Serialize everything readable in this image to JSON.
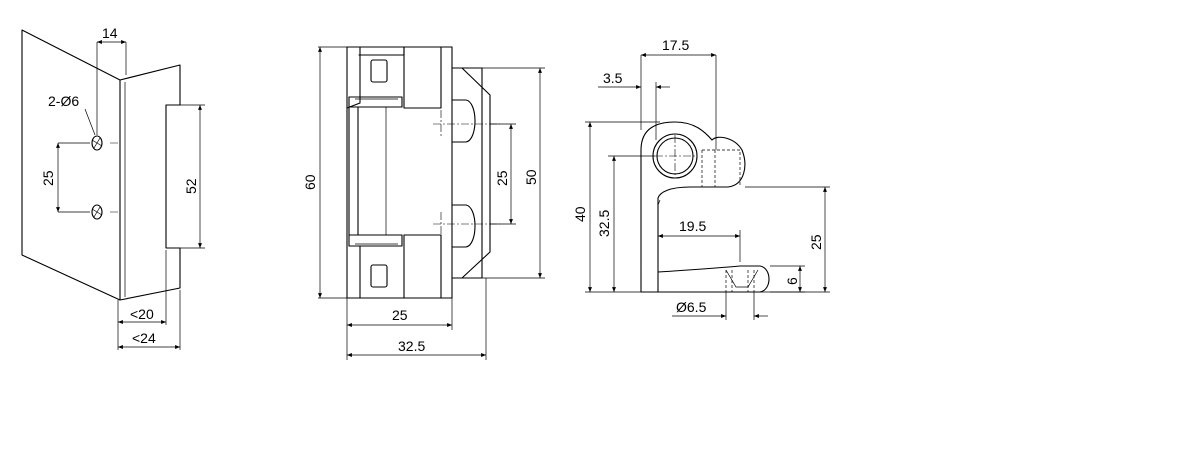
{
  "dimensions": {
    "left": {
      "holes": "2-Ø6",
      "top_offset": "14",
      "hole_spacing": "25",
      "height": "52",
      "inner_width": "<20",
      "outer_width": "<24"
    },
    "middle": {
      "height": "60",
      "mount_height": "50",
      "hole_spacing": "25",
      "body_width": "25",
      "total_width": "32.5"
    },
    "right": {
      "top_width": "17.5",
      "offset": "3.5",
      "height": "40",
      "pivot_height": "32.5",
      "reach": "19.5",
      "base_height": "25",
      "lip": "6",
      "pin_dia": "Ø6.5"
    }
  }
}
